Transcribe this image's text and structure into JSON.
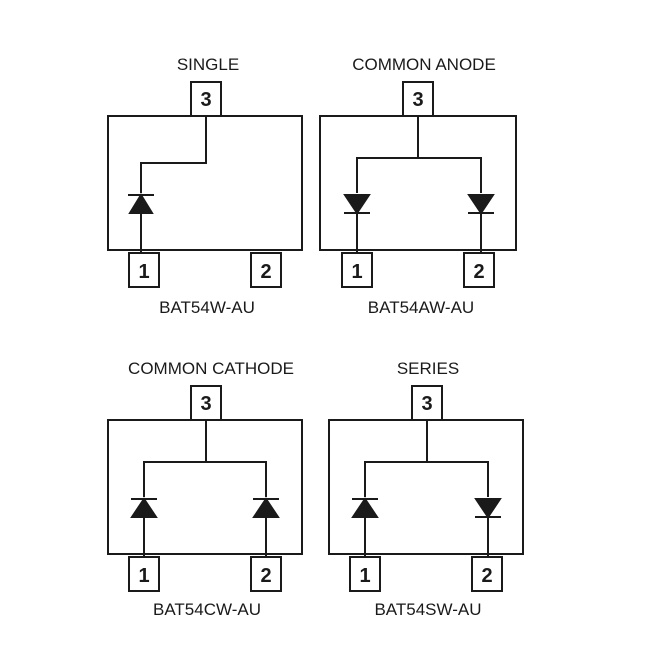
{
  "diagram": {
    "single": {
      "title": "SINGLE",
      "part": "BAT54W-AU",
      "pin1": "1",
      "pin2": "2",
      "pin3": "3"
    },
    "common_anode": {
      "title": "COMMON ANODE",
      "part": "BAT54AW-AU",
      "pin1": "1",
      "pin2": "2",
      "pin3": "3"
    },
    "common_cathode": {
      "title": "COMMON CATHODE",
      "part": "BAT54CW-AU",
      "pin1": "1",
      "pin2": "2",
      "pin3": "3"
    },
    "series": {
      "title": "SERIES",
      "part": "BAT54SW-AU",
      "pin1": "1",
      "pin2": "2",
      "pin3": "3"
    }
  }
}
